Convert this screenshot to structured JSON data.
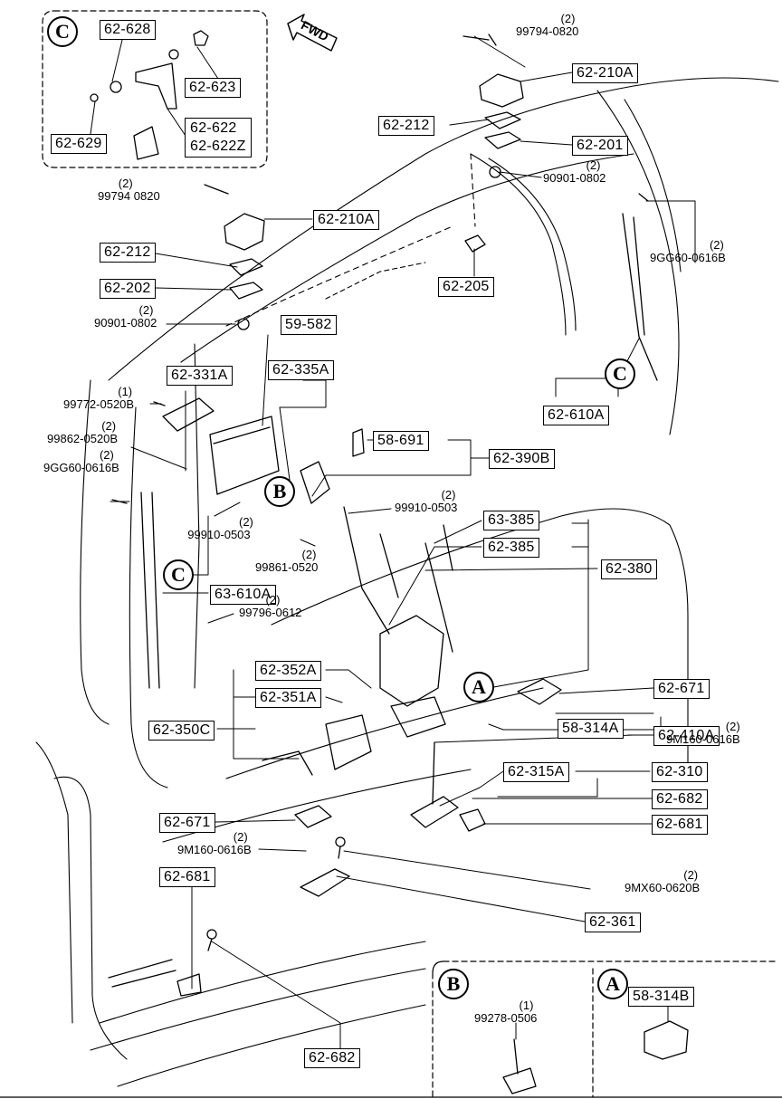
{
  "diagram": {
    "fwd_label": "FWD",
    "callouts": {
      "A": "A",
      "B": "B",
      "C": "C"
    },
    "parts": {
      "p62_628": "62-628",
      "p62_623": "62-623",
      "p62_622": "62-622",
      "p62_622z": "62-622Z",
      "p62_629": "62-629",
      "p62_210a_top": "62-210A",
      "p62_212_top": "62-212",
      "p62_201": "62-201",
      "p62_210a_left": "62-210A",
      "p62_212_left": "62-212",
      "p62_202": "62-202",
      "p62_205": "62-205",
      "p59_582": "59-582",
      "p62_331a": "62-331A",
      "p62_335a": "62-335A",
      "p58_691": "58-691",
      "p62_390b": "62-390B",
      "p62_610a_right": "62-610A",
      "p63_385": "63-385",
      "p62_385": "62-385",
      "p62_380": "62-380",
      "p63_610a": "63-610A",
      "p62_352a": "62-352A",
      "p62_351a": "62-351A",
      "p62_350c": "62-350C",
      "p62_671_right": "62-671",
      "p58_314a": "58-314A",
      "p62_410a": "62-410A",
      "p62_315a": "62-315A",
      "p62_310": "62-310",
      "p62_682_right": "62-682",
      "p62_681_right": "62-681",
      "p62_671_left": "62-671",
      "p62_681_left": "62-681",
      "p62_361": "62-361",
      "p62_682_bottom": "62-682",
      "p58_314b": "58-314B"
    },
    "bolts": {
      "b99794_0820_top": {
        "qty": "(2)",
        "num": "99794-0820"
      },
      "b90901_0802_top": {
        "qty": "(2)",
        "num": "90901-0802"
      },
      "b99794_0820_left": {
        "qty": "(2)",
        "num": "99794 0820"
      },
      "b9gg60_0616b_right": {
        "qty": "(2)",
        "num": "9GG60-0616B"
      },
      "b90901_0802_left": {
        "qty": "(2)",
        "num": "90901-0802"
      },
      "b99772_0520b": {
        "qty": "(1)",
        "num": "99772-0520B"
      },
      "b99862_0520b": {
        "qty": "(2)",
        "num": "99862-0520B"
      },
      "b9gg60_0616b_left": {
        "qty": "(2)",
        "num": "9GG60-0616B"
      },
      "b99910_0503_right": {
        "qty": "(2)",
        "num": "99910-0503"
      },
      "b99910_0503_left": {
        "qty": "(2)",
        "num": "99910-0503"
      },
      "b99861_0520": {
        "qty": "(2)",
        "num": "99861-0520"
      },
      "b99796_0612": {
        "qty": "(2)",
        "num": "99796-0612"
      },
      "b9m160_0616b_right": {
        "qty": "(2)",
        "num": "9M160-0616B"
      },
      "b9m160_0616b_left": {
        "qty": "(2)",
        "num": "9M160-0616B"
      },
      "b9mx60_0620b": {
        "qty": "(2)",
        "num": "9MX60-0620B"
      },
      "b99278_0506": {
        "qty": "(1)",
        "num": "99278-0506"
      }
    }
  }
}
